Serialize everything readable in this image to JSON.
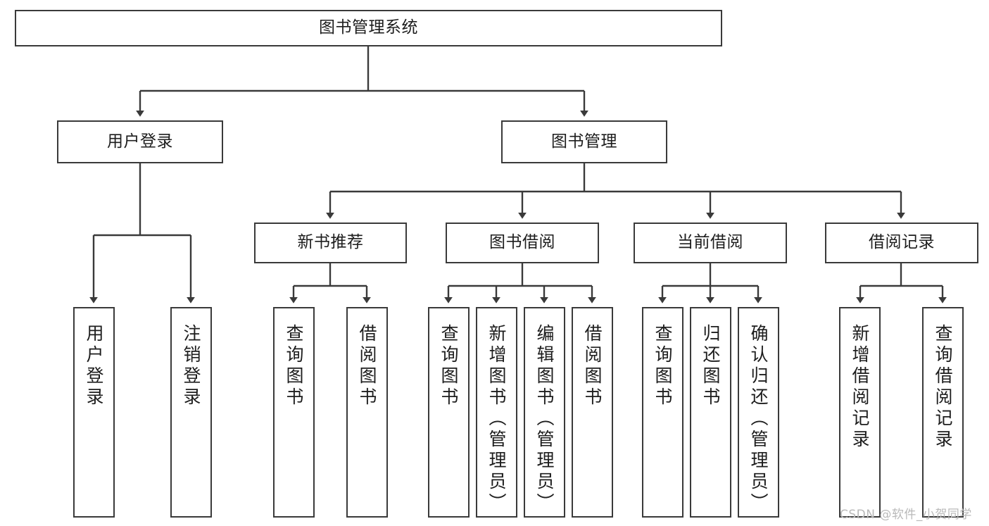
{
  "diagram": {
    "type": "tree",
    "title": "图书管理系统",
    "orientation": "top-down",
    "root": {
      "id": "root",
      "label": "图书管理系统"
    },
    "level2": [
      {
        "id": "user-login",
        "label": "用户登录"
      },
      {
        "id": "book-manage",
        "label": "图书管理"
      }
    ],
    "level3": [
      {
        "id": "new-book-rec",
        "label": "新书推荐"
      },
      {
        "id": "book-borrow",
        "label": "图书借阅"
      },
      {
        "id": "current-borrow",
        "label": "当前借阅"
      },
      {
        "id": "borrow-record",
        "label": "借阅记录"
      }
    ],
    "leaves": {
      "user_login": [
        {
          "id": "leaf-user-login",
          "label": "用户登录"
        },
        {
          "id": "leaf-logout-login",
          "label": "注销登录"
        }
      ],
      "new_book_rec": [
        {
          "id": "leaf-query-book-1",
          "label": "查询图书"
        },
        {
          "id": "leaf-borrow-book-1",
          "label": "借阅图书"
        }
      ],
      "book_borrow": [
        {
          "id": "leaf-query-book-2",
          "label": "查询图书"
        },
        {
          "id": "leaf-add-book",
          "label": "新增图书（管理员）"
        },
        {
          "id": "leaf-edit-book",
          "label": "编辑图书（管理员）"
        },
        {
          "id": "leaf-borrow-book-2",
          "label": "借阅图书"
        }
      ],
      "current_borrow": [
        {
          "id": "leaf-query-book-3",
          "label": "查询图书"
        },
        {
          "id": "leaf-return-book",
          "label": "归还图书"
        },
        {
          "id": "leaf-confirm-return",
          "label": "确认归还（管理员）"
        }
      ],
      "borrow_record": [
        {
          "id": "leaf-add-record",
          "label": "新增借阅记录"
        },
        {
          "id": "leaf-query-record",
          "label": "查询借阅记录"
        }
      ]
    }
  },
  "watermark": {
    "text": "CSDN @软件_小贺同学"
  },
  "colors": {
    "box_border": "#3a3a3a",
    "box_fill": "#ffffff",
    "connector": "#3a3a3a",
    "text": "#1d1d1d",
    "watermark": "#b9b9b9",
    "background": "#ffffff"
  }
}
